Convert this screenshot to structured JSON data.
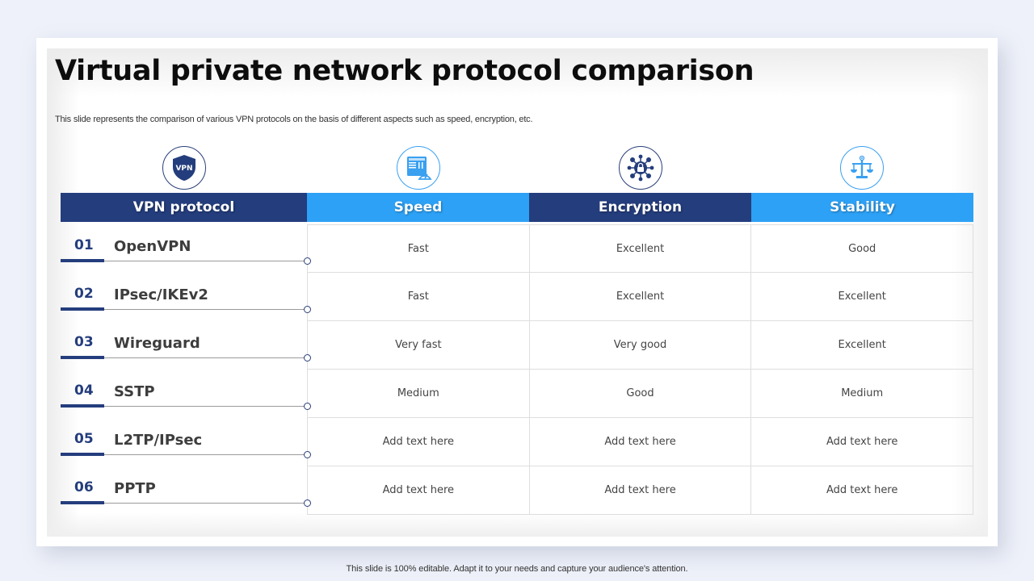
{
  "slide": {
    "title": "Virtual private network protocol comparison",
    "subtitle": "This slide represents the  comparison of various VPN protocols on the  basis of different aspects such as speed, encryption, etc."
  },
  "colors": {
    "dark_blue": "#243d7d",
    "light_blue": "#2da1f5",
    "background": "#eef1f9"
  },
  "header": {
    "columns": [
      {
        "label": "VPN protocol",
        "icon": "vpn-shield-icon",
        "style": "dark"
      },
      {
        "label": "Speed",
        "icon": "speed-dashboard-icon",
        "style": "light"
      },
      {
        "label": "Encryption",
        "icon": "encryption-network-lock-icon",
        "style": "dark"
      },
      {
        "label": "Stability",
        "icon": "balance-scale-icon",
        "style": "light"
      }
    ]
  },
  "rows": [
    {
      "num": "01",
      "protocol": "OpenVPN",
      "speed": "Fast",
      "encryption": "Excellent",
      "stability": "Good"
    },
    {
      "num": "02",
      "protocol": "IPsec/IKEv2",
      "speed": "Fast",
      "encryption": "Excellent",
      "stability": "Excellent"
    },
    {
      "num": "03",
      "protocol": "Wireguard",
      "speed": "Very fast",
      "encryption": "Very good",
      "stability": "Excellent"
    },
    {
      "num": "04",
      "protocol": "SSTP",
      "speed": "Medium",
      "encryption": "Good",
      "stability": "Medium"
    },
    {
      "num": "05",
      "protocol": "L2TP/IPsec",
      "speed": "Add text here",
      "encryption": "Add text here",
      "stability": "Add text here"
    },
    {
      "num": "06",
      "protocol": "PPTP",
      "speed": "Add text here",
      "encryption": "Add text here",
      "stability": "Add text here"
    }
  ],
  "footer": {
    "text": "This slide is 100% editable. Adapt it to your needs  and capture your audience's attention."
  }
}
